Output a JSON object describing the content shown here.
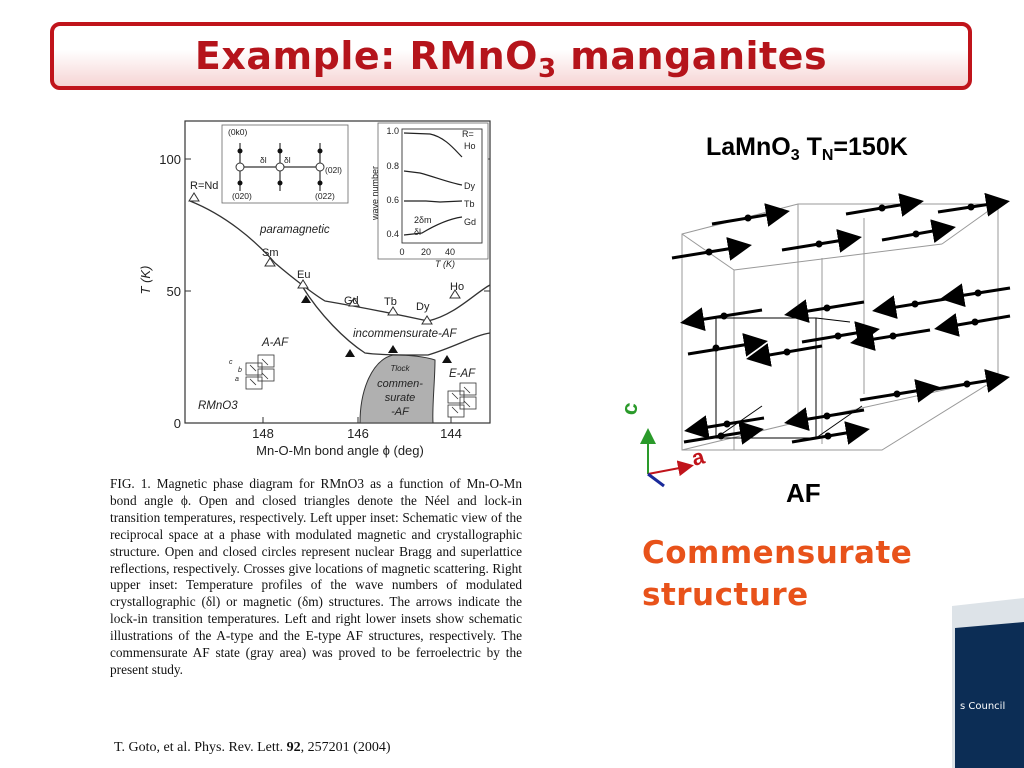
{
  "title": {
    "main": "Example: RMnO",
    "sub": "3",
    "tail": " manganites"
  },
  "figure": {
    "y_ticks": [
      "100",
      "50",
      "0"
    ],
    "y_label": "T (K)",
    "x_ticks": [
      "148",
      "146",
      "144"
    ],
    "x_label": "Mn-O-Mn bond angle ϕ  (deg)",
    "point_labels": [
      "R=Nd",
      "Sm",
      "Eu",
      "Gd",
      "Tb",
      "Dy",
      "Ho"
    ],
    "regions": [
      "paramagnetic",
      "incommensurate-AF",
      "A-AF",
      "E-AF",
      "RMnO3"
    ],
    "commensurate": [
      "commen-",
      "surate",
      "-AF"
    ],
    "tlock": "Tlock",
    "left_inset": {
      "labels": [
        "(0k0)",
        "(020)",
        "(02l)",
        "(022)",
        "δl",
        "δl"
      ]
    },
    "right_inset": {
      "y_ticks": [
        "1.0",
        "0.8",
        "0.6",
        "0.4"
      ],
      "y_label": "wave number",
      "x_ticks": [
        "0",
        "20",
        "40"
      ],
      "x_label": "T (K)",
      "series": [
        "R=",
        "Ho",
        "Dy",
        "Tb",
        "Gd"
      ],
      "legend": [
        "2δm",
        "δl"
      ]
    },
    "axis_marks": {
      "c": "c",
      "b": "b",
      "a": "a"
    }
  },
  "caption": "FIG. 1.   Magnetic phase diagram for RMnO3 as a function of Mn-O-Mn bond angle ϕ. Open and closed triangles denote the Néel and lock-in transition temperatures, respectively. Left upper inset: Schematic view of the reciprocal space at a phase with modulated magnetic and crystallographic structure. Open and closed circles represent nuclear Bragg and superlattice reflections, respectively. Crosses give locations of magnetic scattering. Right upper inset: Temperature profiles of the wave numbers of modulated crystallographic (δl) or magnetic (δm) structures. The arrows indicate the lock-in transition temperatures. Left and right lower insets show schematic illustrations of the A-type and the E-type AF structures, respectively. The commensurate AF state (gray area) was proved to be ferroelectric by the present study.",
  "reference": {
    "pre": "T. Goto, et al. Phys. Rev. Lett. ",
    "vol": "92",
    "post": ", 257201 (2004)"
  },
  "lamno": {
    "a": "LaMnO",
    "a_sub": "3",
    "b": " T",
    "b_sub": "N",
    "c": "=150K"
  },
  "crystal": {
    "axis_c": "c",
    "axis_a": "a"
  },
  "af": "AF",
  "commensurate": [
    "Commensurate",
    "structure"
  ],
  "council": "s Council",
  "colors": {
    "title": "#b5141b",
    "border": "#c0141b",
    "accent": "#e8521a",
    "navy": "#0c2d55"
  }
}
